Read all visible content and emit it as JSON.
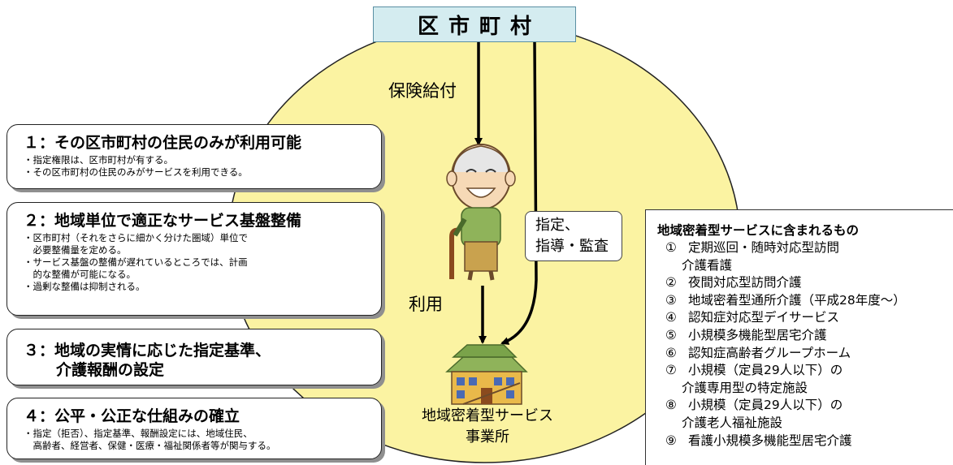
{
  "municipality": {
    "label": "区市町村"
  },
  "flows": {
    "benefit_label": "保険給付",
    "use_label": "利用"
  },
  "designation_box": {
    "line1": "指定、",
    "line2": "指導・監査"
  },
  "service_office": {
    "line1": "地域密着型サービス",
    "line2": "事業所"
  },
  "features": [
    {
      "title": "１：その区市町村の住民のみが利用可能",
      "title_extra": "",
      "bullets": [
        "・指定権限は、区市町村が有する。",
        "・その区市町村の住民のみがサービスを利用できる。"
      ]
    },
    {
      "title": "２：地域単位で適正なサービス基盤整備",
      "title_extra": "",
      "bullets": [
        "・区市町村（それをさらに細かく分けた圏域）単位で",
        "　必要整備量を定める。",
        "・サービス基盤の整備が遅れているところでは、計画",
        "　的な整備が可能になる。",
        "・過剰な整備は抑制される。"
      ]
    },
    {
      "title": "３：地域の実情に応じた指定基準、",
      "title_extra": "介護報酬の設定",
      "bullets": []
    },
    {
      "title": "４：公平・公正な仕組みの確立",
      "title_extra": "",
      "bullets": [
        "・指定（拒否）、指定基準、報酬設定には、地域住民、",
        "　高齢者、経営者、保健・医療・福祉関係者等が関与する。"
      ]
    }
  ],
  "service_list": {
    "title": "地域密着型サービスに含まれるもの",
    "items": [
      {
        "num": "①",
        "text": "定期巡回・随時対応型訪問",
        "cont": "介護看護"
      },
      {
        "num": "②",
        "text": "夜間対応型訪問介護",
        "cont": ""
      },
      {
        "num": "③",
        "text": "地域密着型通所介護（平成28年度～）",
        "cont": ""
      },
      {
        "num": "④",
        "text": "認知症対応型デイサービス",
        "cont": ""
      },
      {
        "num": "⑤",
        "text": "小規模多機能型居宅介護",
        "cont": ""
      },
      {
        "num": "⑥",
        "text": "認知症高齢者グループホーム",
        "cont": ""
      },
      {
        "num": "⑦",
        "text": "小規模（定員29人以下）の",
        "cont": "介護専用型の特定施設"
      },
      {
        "num": "⑧",
        "text": "小規模（定員29人以下）の",
        "cont": "介護老人福祉施設"
      },
      {
        "num": "⑨",
        "text": "看護小規模多機能型居宅介護",
        "cont": ""
      }
    ]
  },
  "colors": {
    "region_circle": "#fbf3a2",
    "header_fill": "#d4ecf0",
    "header_border": "#5a8fa3"
  },
  "icons": {
    "elderly_person": "elderly-man-with-cane",
    "facility": "house-building"
  }
}
